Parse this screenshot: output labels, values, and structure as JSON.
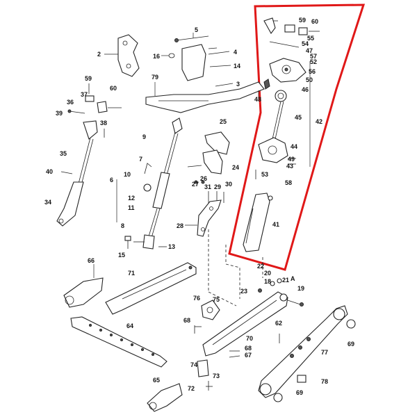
{
  "highlight_color": "#e01818",
  "callouts": {
    "c2": "2",
    "c5": "5",
    "c16": "16",
    "c4": "4",
    "c14": "14",
    "c79": "79",
    "c3": "3",
    "c48": "48",
    "c59a": "59",
    "c60a": "60",
    "c36": "36",
    "c37": "37",
    "c39": "39",
    "c38": "38",
    "c35": "35",
    "c40": "40",
    "c34": "34",
    "c9": "9",
    "c7": "7",
    "c6": "6",
    "c10": "10",
    "c12": "12",
    "c11": "11",
    "c8": "8",
    "c25": "25",
    "c24": "24",
    "c27": "27",
    "c26": "26",
    "c31": "31",
    "c29": "29",
    "c30": "30",
    "c28": "28",
    "c15": "15",
    "c13": "13",
    "c59b": "59",
    "c60b": "60",
    "c55": "55",
    "c54": "54",
    "c47": "47",
    "c57": "57",
    "c52": "52",
    "c56": "56",
    "c50": "50",
    "c46": "46",
    "c45": "45",
    "c42": "42",
    "c44": "44",
    "c49": "49",
    "c43": "43",
    "c53": "53",
    "c58": "58",
    "c41": "41",
    "c22": "22",
    "c20": "20",
    "c18": "18",
    "c21": "21",
    "cA": "A",
    "c19": "19",
    "c23": "23",
    "c66": "66",
    "c71": "71",
    "c76": "76",
    "c75": "75",
    "c68a": "68",
    "c62": "62",
    "c70": "70",
    "c68b": "68",
    "c67": "67",
    "c64": "64",
    "c74": "74",
    "c73": "73",
    "c72": "72",
    "c65": "65",
    "c77": "77",
    "c69a": "69",
    "c78": "78",
    "c69b": "69"
  }
}
